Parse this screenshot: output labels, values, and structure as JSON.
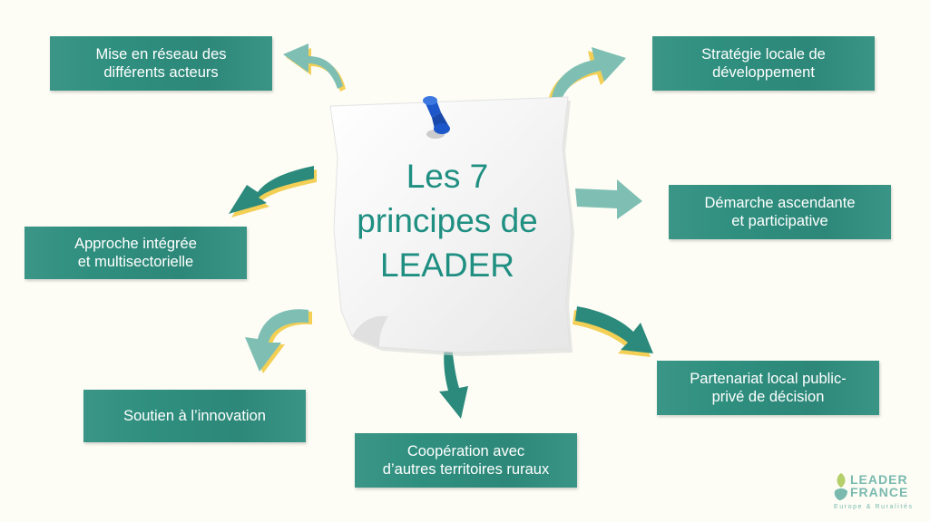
{
  "title_lines": "Les 7\nprincipes de\nLEADER",
  "principles": [
    "Mise en réseau des\ndifférents acteurs",
    "Stratégie locale de\ndéveloppement",
    "Approche intégrée\net multisectorielle",
    "Démarche ascendante\net participative",
    "Soutien à l’innovation",
    "Partenariat local public-\nprivé de décision",
    "Coopération avec\nd’autres territoires ruraux"
  ],
  "logo": {
    "line1": "LEADER",
    "line2": "FRANCE",
    "tagline": "Europe & Ruralités"
  },
  "colors": {
    "tag": "#2f8f7f",
    "arrow_dark": "#2b8a7b",
    "arrow_light": "#7fbfb3",
    "arrow_highlight": "#f3cf55",
    "title_text": "#1f8f82",
    "pin": "#1d57c9"
  }
}
